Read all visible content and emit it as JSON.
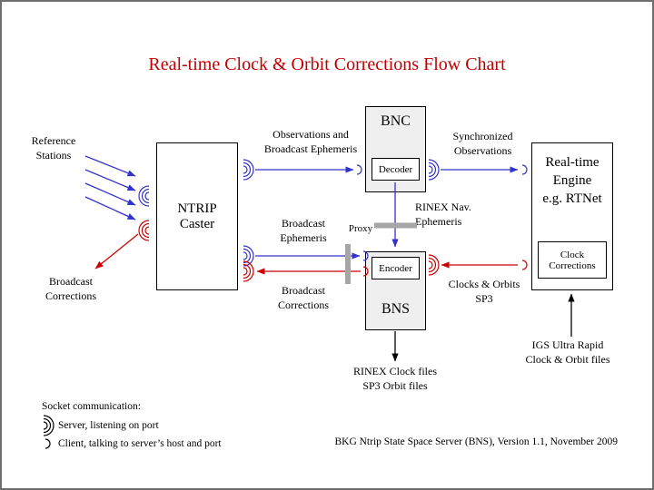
{
  "title": "Real-time Clock & Orbit Corrections Flow Chart",
  "colors": {
    "title_red": "#c00000",
    "arrow_blue": "#3333cc",
    "arrow_red": "#cc0000",
    "proxy_gray": "#a6a6a6"
  },
  "nodes": {
    "reference_stations": "Reference\nStations",
    "ntrip_caster": "NTRIP\nCaster",
    "bnc": "BNC",
    "decoder": "Decoder",
    "bns": "BNS",
    "encoder": "Encoder",
    "rt_engine": "Real-time\nEngine\ne.g. RTNet",
    "clock_corrections": "Clock\nCorrections",
    "proxy": "Proxy"
  },
  "edge_labels": {
    "observations_broadcast_ephemeris": "Observations and\nBroadcast Ephemeris",
    "synchronized_observations": "Synchronized\nObservations",
    "broadcast_ephemeris": "Broadcast\nEphemeris",
    "rinex_nav_ephemeris": "RINEX Nav.\nEphemeris",
    "broadcast_corrections_to_caster": "Broadcast\nCorrections",
    "clocks_orbits_sp3": "Clocks & Orbits\nSP3",
    "broadcast_corrections_users": "Broadcast\nCorrections",
    "rinex_clock_sp3_files": "RINEX Clock files\nSP3 Orbit files",
    "igs_ultra_rapid": "IGS Ultra Rapid\nClock & Orbit files"
  },
  "legend": {
    "heading": "Socket communication:",
    "server": "Server, listening on port",
    "client": "Client, talking to server’s host and port"
  },
  "footer": "BKG Ntrip State Space Server  (BNS), Version 1.1, November 2009"
}
